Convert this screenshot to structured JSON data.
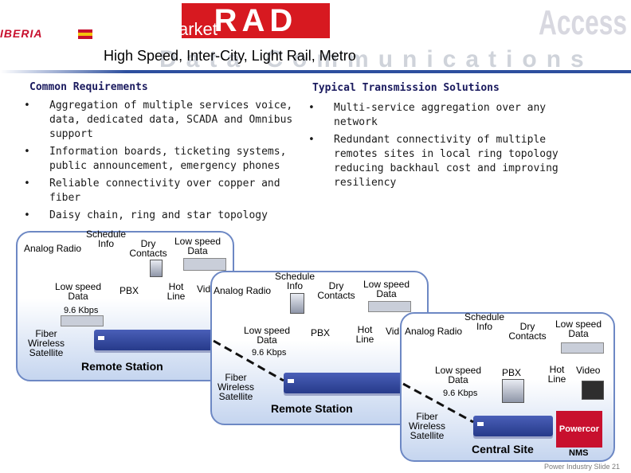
{
  "header": {
    "iberia_logo": "IBERIA",
    "rad_logo": "RAD",
    "market_fragment": "arket",
    "access_logo": "Access",
    "watermark": "Data Communications",
    "subtitle": "High Speed, Inter-City, Light Rail, Metro"
  },
  "left": {
    "heading": "Common Requirements",
    "bullets": [
      "Aggregation of multiple services voice, data, dedicated data, SCADA and Omnibus support",
      "Information boards, ticketing systems, public announcement, emergency phones",
      "Reliable connectivity over copper and fiber",
      "Daisy chain, ring and star topology"
    ]
  },
  "right": {
    "heading": "Typical Transmission Solutions",
    "bullets": [
      "Multi-service aggregation over any network",
      "Redundant connectivity of multiple remotes sites in local ring topology reducing backhaul cost and improving resiliency"
    ]
  },
  "bullet_glyph": "•",
  "diagram": {
    "schedule_info": "Schedule Info",
    "schedule": "Schedule",
    "info": "Info",
    "analog_radio": "Analog Radio",
    "dry_contacts": "Dry Contacts",
    "dry": "Dry",
    "contacts": "Contacts",
    "low_speed_data": "Low speed Data",
    "low_speed": "Low speed",
    "data": "Data",
    "pbx": "PBX",
    "hot_line": "Hot Line",
    "hot": "Hot",
    "line": "Line",
    "video": "Video",
    "vid": "Vid",
    "kbps": "9.6 Kbps",
    "fiber": "Fiber",
    "wireless": "Wireless",
    "satellite": "Satellite",
    "remote_station": "Remote Station",
    "central_site": "Central Site",
    "nms": "NMS",
    "powercor": "Powercor"
  },
  "footer": "Power Industry Slide 21",
  "colors": {
    "rad_red": "#d71920",
    "heading_navy": "#1a1a5e",
    "station_border": "#6d88c4",
    "mux_blue": "#263a8a"
  }
}
